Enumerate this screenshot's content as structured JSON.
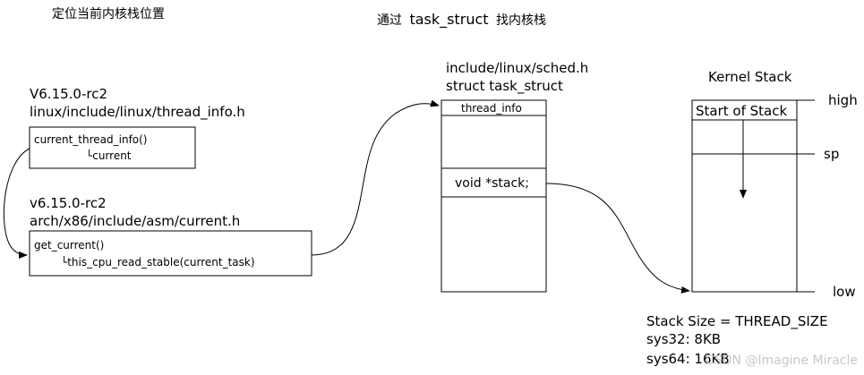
{
  "titles": {
    "left": "定位当前内核栈位置",
    "center_prefix": "通过",
    "center_code": "task_struct",
    "center_suffix": "找内核栈"
  },
  "left": {
    "thread_info_version": "V6.15.0-rc2",
    "thread_info_path": "linux/include/linux/thread_info.h",
    "thread_info_func": "current_thread_info()",
    "thread_info_sub": "└current",
    "current_version": "v6.15.0-rc2",
    "current_path": "arch/x86/include/asm/current.h",
    "current_func": "get_current()",
    "current_sub": "└this_cpu_read_stable(current_task)"
  },
  "task_struct": {
    "header_file": "include/linux/sched.h",
    "header_struct": "struct task_struct",
    "field_thread_info": "thread_info",
    "field_stack": "void *stack;"
  },
  "kernel_stack": {
    "title": "Kernel Stack",
    "start_label": "Start of Stack",
    "high": "high",
    "sp": "sp",
    "low": "low",
    "size_line": "Stack Size = THREAD_SIZE",
    "sys32": "sys32: 8KB",
    "sys64": "sys64: 16KB"
  },
  "watermark": "CSDN @Imagine Miracle"
}
